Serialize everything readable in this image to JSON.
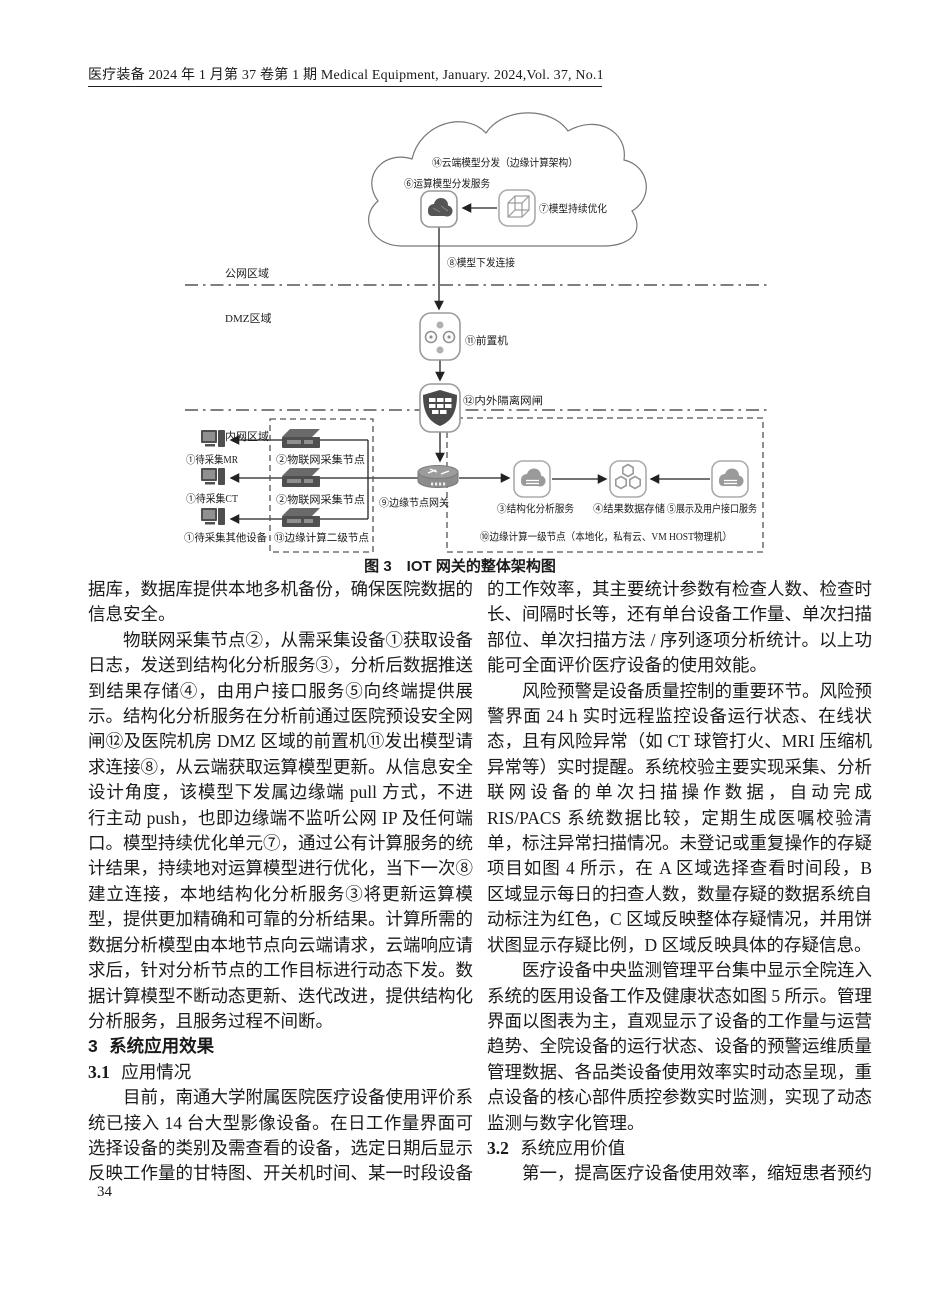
{
  "header": {
    "journal_line": "医疗装备 2024 年 1 月第 37 卷第 1 期 Medical Equipment, January. 2024,Vol. 37, No.1"
  },
  "figure": {
    "caption": "图 3　IOT 网关的整体架构图",
    "zones": {
      "public": "公网区域",
      "dmz": "DMZ区域",
      "intranet": "内网区域"
    },
    "nodes": {
      "cloud_title": "⑭云端模型分发（边缘计算架构）",
      "dist_service": "⑥运算模型分发服务",
      "model_opt": "⑦模型持续优化",
      "model_link": "⑧模型下发连接",
      "front_machine": "⑪前置机",
      "isolation_gate": "⑫内外隔离网闸",
      "edge_gateway": "⑨边缘节点网关",
      "device_mr": "①待采集MR",
      "device_ct": "①待采集CT",
      "device_other": "①待采集其他设备",
      "iot_node_1": "②物联网采集节点",
      "iot_node_2": "②物联网采集节点",
      "edge_l2_node": "⑬边缘计算二级节点",
      "analysis_service": "③结构化分析服务",
      "result_storage": "④结果数据存储",
      "ui_service": "⑤展示及用户接口服务",
      "edge_l1_node": "⑩边缘计算一级节点（本地化，私有云、VM HOST物理机）"
    }
  },
  "article": {
    "left": {
      "p0": "据库，数据库提供本地多机备份，确保医院数据的信息安全。",
      "p1": "物联网采集节点②，从需采集设备①获取设备日志，发送到结构化分析服务③，分析后数据推送到结果存储④，由用户接口服务⑤向终端提供展示。结构化分析服务在分析前通过医院预设安全网闸⑫及医院机房 DMZ 区域的前置机⑪发出模型请求连接⑧，从云端获取运算模型更新。从信息安全设计角度，该模型下发属边缘端 pull 方式，不进行主动 push，也即边缘端不监听公网 IP 及任何端口。模型持续优化单元⑦，通过公有计算服务的统计结果，持续地对运算模型进行优化，当下一次⑧建立连接，本地结构化分析服务③将更新运算模型，提供更加精确和可靠的分析结果。计算所需的数据分析模型由本地节点向云端请求，云端响应请求后，针对分析节点的工作目标进行动态下发。数据计算模型不断动态更新、迭代改进，提供结构化分析服务，且服务过程不间断。",
      "h1_num": "3",
      "h1_title": "系统应用效果",
      "h2_num": "3.1",
      "h2_title": "应用情况",
      "p2": "目前，南通大学附属医院医疗设备使用评价系统已接入 14 台大型影像设备。在日工作量界面可选择设备的类别及需查看的设备，选定日期后显示反映工作量的甘特图、开关机时间、某一时段设备"
    },
    "right": {
      "p0": "的工作效率，其主要统计参数有检查人数、检查时长、间隔时长等，还有单台设备工作量、单次扫描部位、单次扫描方法 / 序列逐项分析统计。以上功能可全面评价医疗设备的使用效能。",
      "p1": "风险预警是设备质量控制的重要环节。风险预警界面 24 h 实时远程监控设备运行状态、在线状态，且有风险异常（如 CT 球管打火、MRI 压缩机异常等）实时提醒。系统校验主要实现采集、分析联网设备的单次扫描操作数据，自动完成 RIS/PACS 系统数据比较，定期生成医嘱校验清单，标注异常扫描情况。未登记或重复操作的存疑项目如图 4 所示，在 A 区域选择查看时间段，B 区域显示每日的扫查人数，数量存疑的数据系统自动标注为红色，C 区域反映整体存疑情况，并用饼状图显示存疑比例，D 区域反映具体的存疑信息。",
      "p2": "医疗设备中央监测管理平台集中显示全院连入系统的医用设备工作及健康状态如图 5 所示。管理界面以图表为主，直观显示了设备的工作量与运营趋势、全院设备的运行状态、设备的预警运维质量管理数据、各品类设备使用效率实时动态呈现，重点设备的核心部件质控参数实时监测，实现了动态监测与数字化管理。",
      "h2_num": "3.2",
      "h2_title": "系统应用价值",
      "p3": "第一，提高医疗设备使用效率，缩短患者预约"
    }
  },
  "footer": {
    "page_number": "34"
  }
}
